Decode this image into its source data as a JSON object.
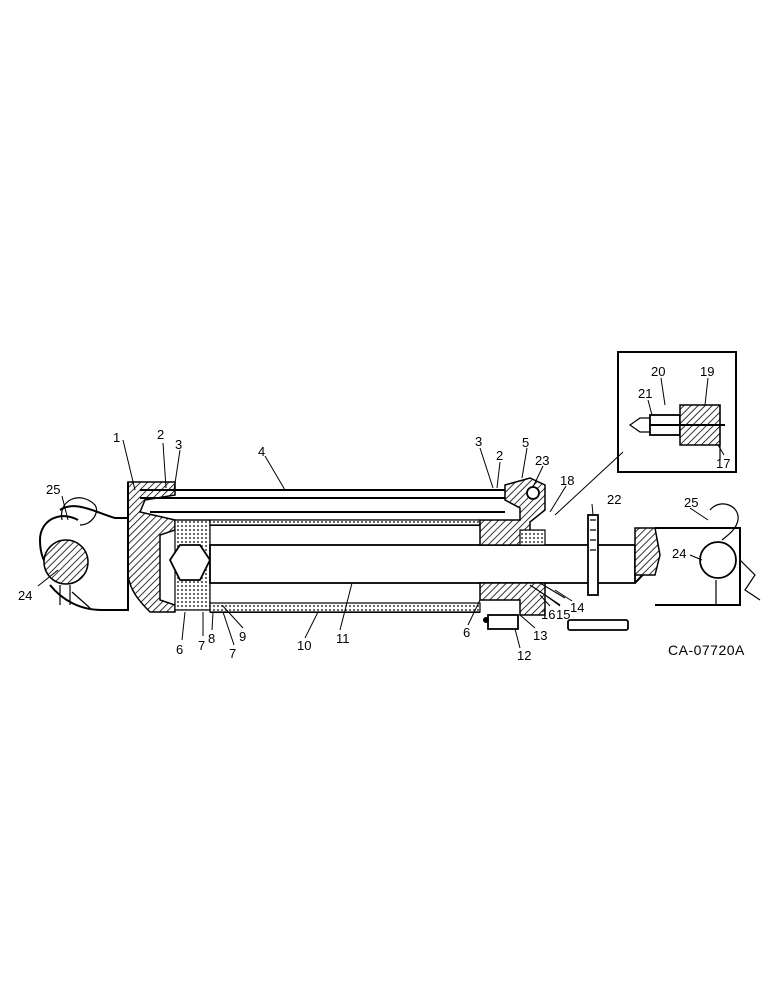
{
  "figure_code": "CA-07720A",
  "callouts": {
    "n1": "1",
    "n2a": "2",
    "n2b": "2",
    "n3a": "3",
    "n3b": "3",
    "n4": "4",
    "n5": "5",
    "n6a": "6",
    "n6b": "6",
    "n7a": "7",
    "n7b": "7",
    "n8": "8",
    "n9": "9",
    "n10": "10",
    "n11": "11",
    "n12": "12",
    "n13": "13",
    "n14": "14",
    "n15": "15",
    "n16": "16",
    "n17": "17",
    "n18": "18",
    "n19": "19",
    "n20": "20",
    "n21": "21",
    "n22": "22",
    "n23": "23",
    "n24a": "24",
    "n24b": "24",
    "n25a": "25",
    "n25b": "25"
  }
}
